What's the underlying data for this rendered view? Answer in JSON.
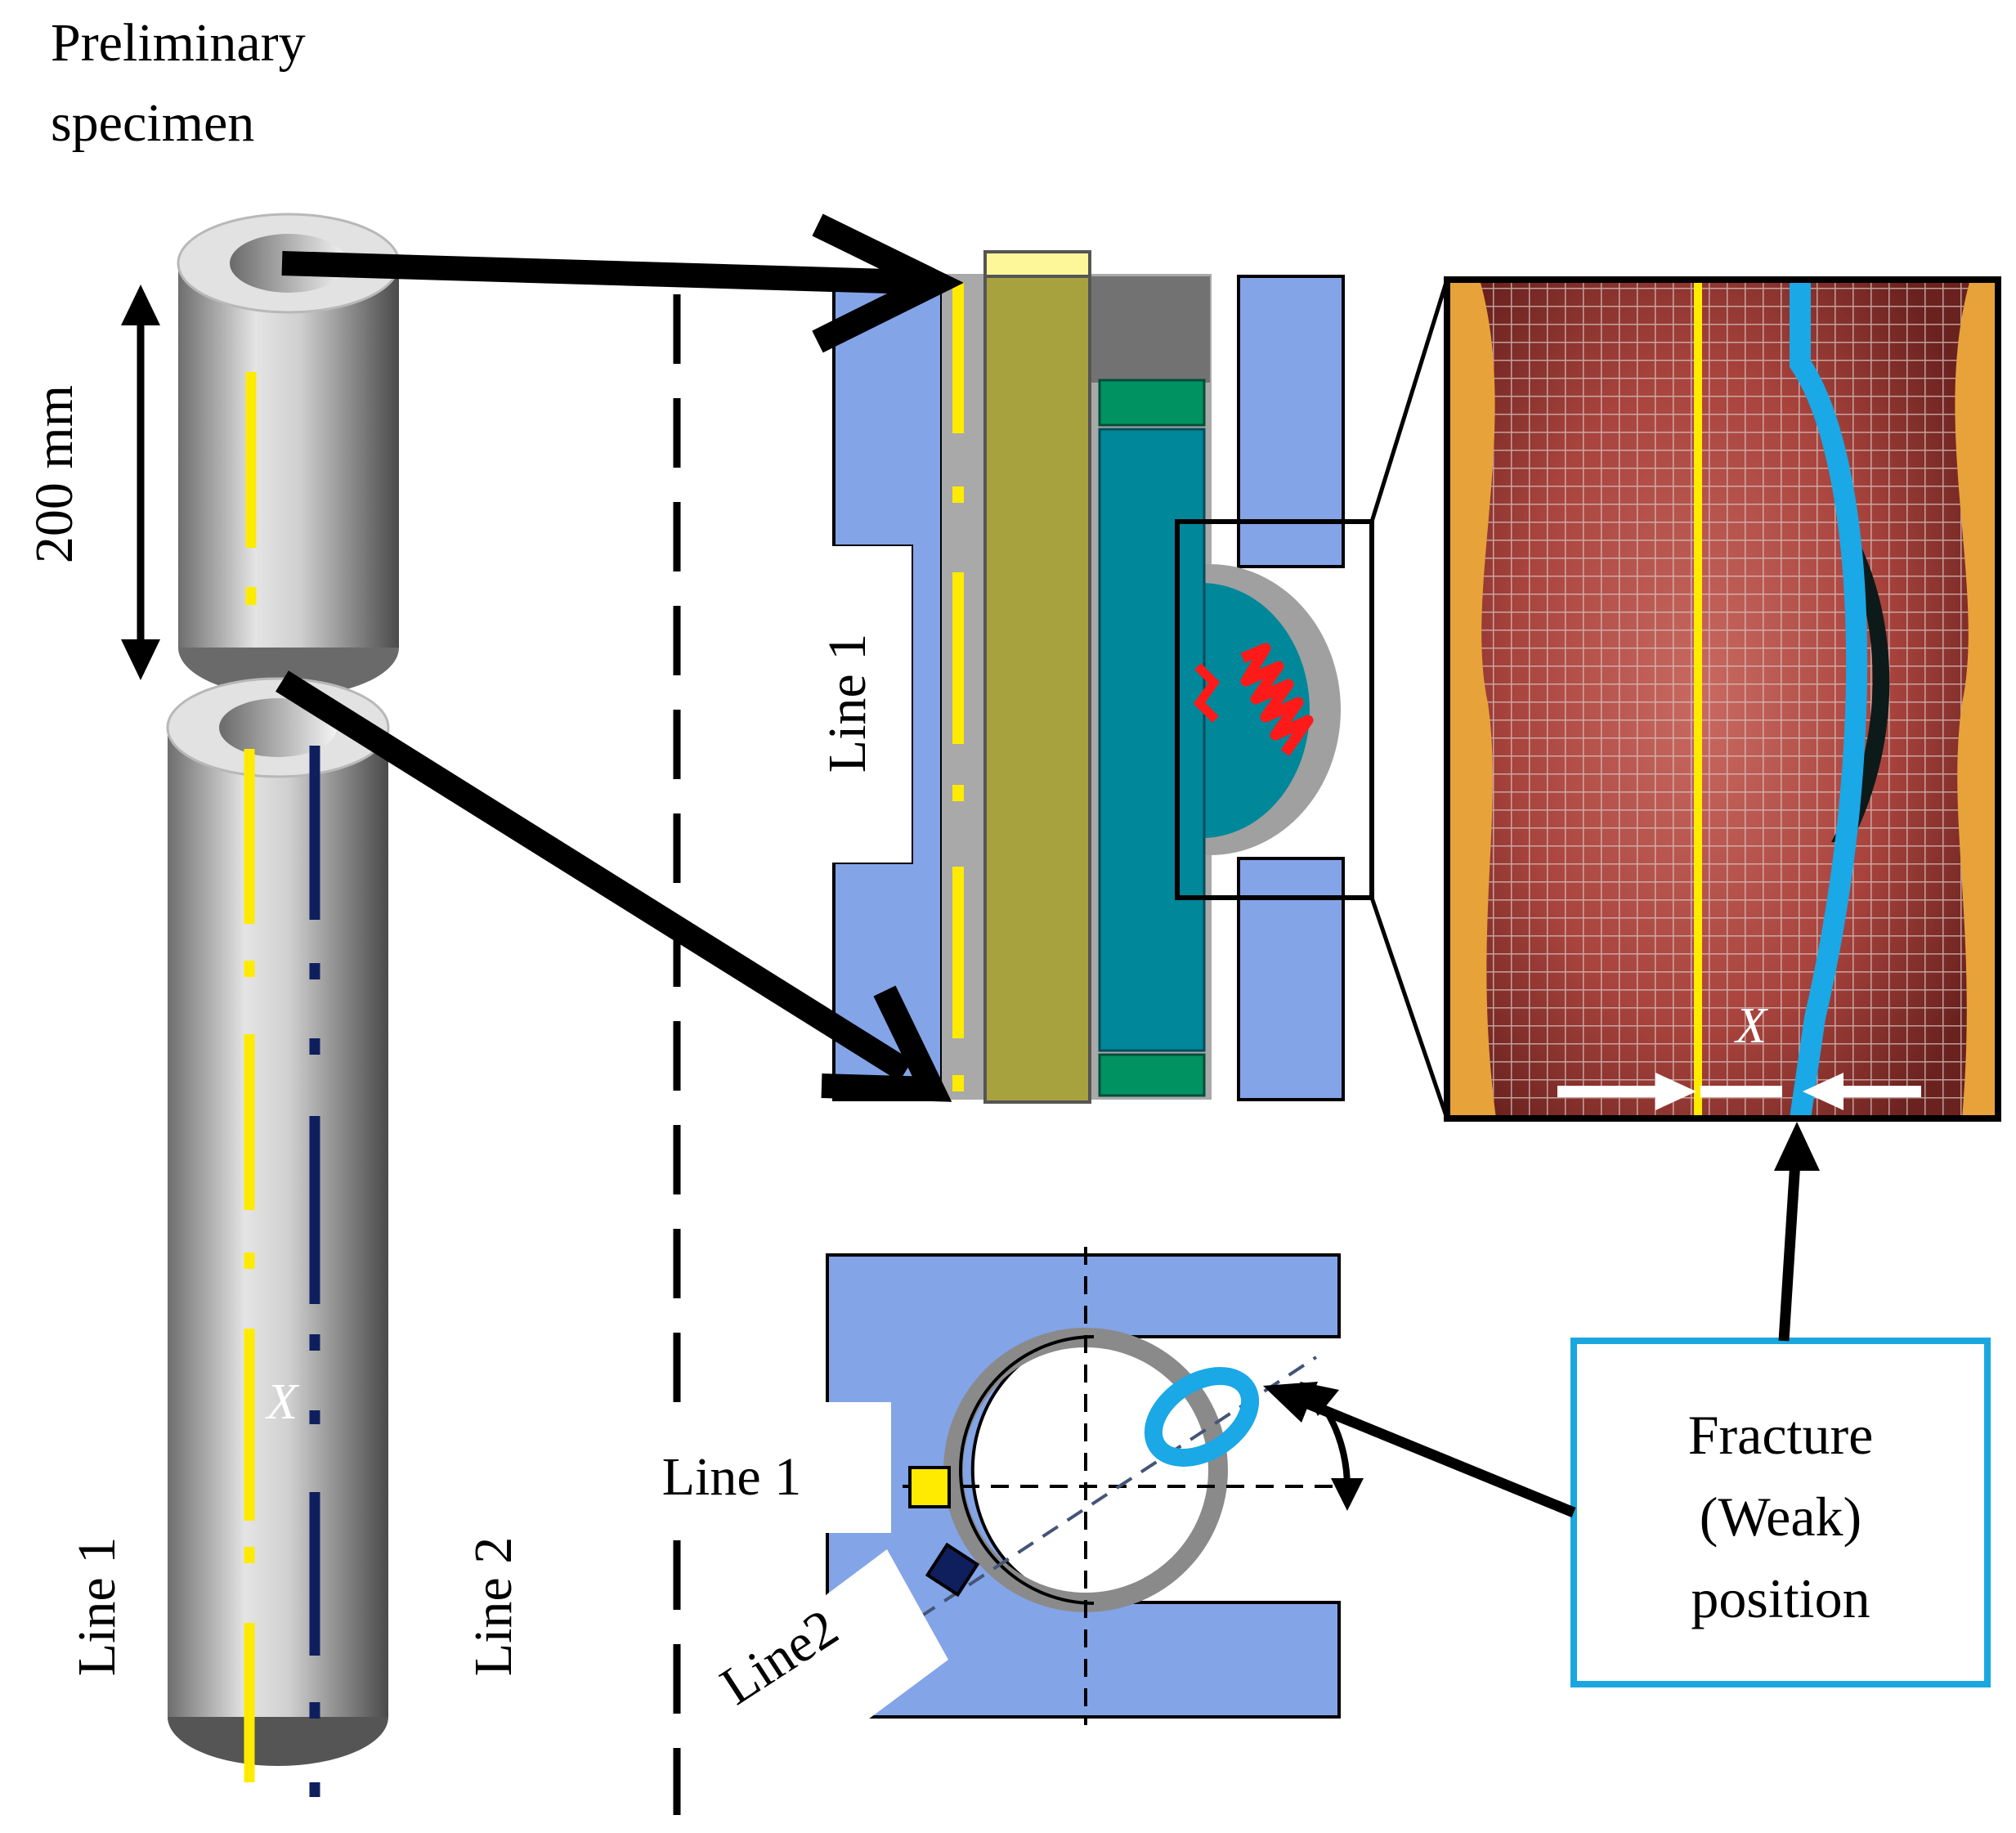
{
  "labels": {
    "preliminary_line1": "Preliminary",
    "preliminary_line2": "specimen",
    "length": "200 mm",
    "line1_specimen": "Line 1",
    "line2_specimen": "Line 2",
    "x_specimen": "X",
    "line1_section": "Line 1",
    "line1_top_view": "Line 1",
    "line2_top_view": "Line2",
    "x_photo": "X",
    "fracture_line1": "Fracture",
    "fracture_line2": "(Weak)",
    "fracture_line3": "position"
  },
  "colors": {
    "die_blue": "#84a4e8",
    "punch_olive": "#a8a23e",
    "punch_top": "#fdf79a",
    "pressure_teal": "#00879a",
    "seal_green": "#009261",
    "tube_gray": "#9b9b9b",
    "line1_yellow": "#ffeb00",
    "line2_navy": "#0f1f5e",
    "fracture_cyan": "#1aa8e6",
    "fracture_box": "#1aa7e0",
    "arrow_black": "#000000",
    "crack_red": "#ff1a1a",
    "photo_red": "#a8433d",
    "photo_orange": "#e8a23a"
  },
  "icons": {
    "arrow": "arrow-right-icon",
    "double_arrow": "double-arrow-icon",
    "curved_double_arrow": "curved-double-arrow-icon",
    "crack": "crack-icon"
  }
}
